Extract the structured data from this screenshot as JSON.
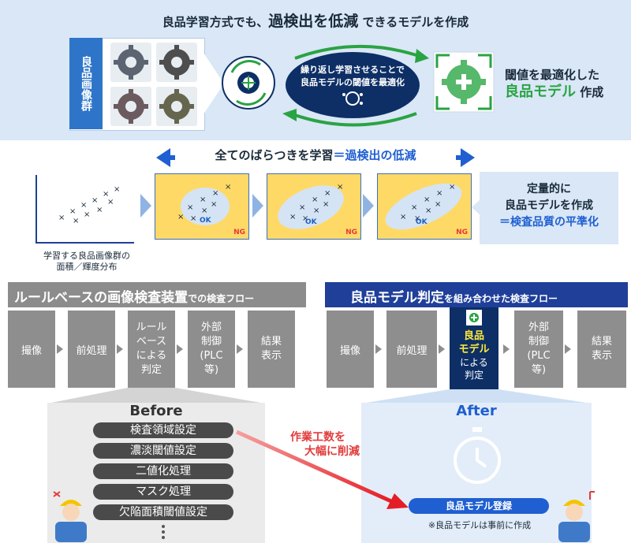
{
  "top": {
    "title_pre": "良品学習方式でも、",
    "title_big": "過検出を低減",
    "title_post": " できるモデルを作成",
    "gear_label": "良品画像群",
    "oval_line1": "繰り返し学習させることで",
    "oval_line2": "良品モデルの閾値を最適化",
    "right_line1": "閾値を最適化した",
    "right_big": "良品モデル",
    "right_post": " 作成"
  },
  "middle": {
    "banner_pre": "全てのばらつきを学習",
    "banner_post": "＝過検出の低減",
    "axis_caption_line1": "学習する良品画像群の",
    "axis_caption_line2": "面積／輝度分布",
    "ok_label": "OK",
    "ng_label": "NG",
    "x_glyph": "×",
    "quant_line1": "定量的に",
    "quant_line2": "良品モデルを作成",
    "quant_line3": "＝検査品質の平準化"
  },
  "flow_left": {
    "header_big": "ルールベースの画像検査装置",
    "header_small": "での検査フロー",
    "steps": [
      {
        "text": "撮像"
      },
      {
        "text": "前処理"
      },
      {
        "text": "ルール\nベース\nによる\n判定"
      },
      {
        "text": "外部\n制御\n(PLC\n等)"
      },
      {
        "text": "結果\n表示"
      }
    ]
  },
  "flow_right": {
    "header_big": "良品モデル判定",
    "header_small": "を組み合わせた検査フロー",
    "steps": [
      {
        "text": "撮像"
      },
      {
        "text": "前処理"
      },
      {
        "text": "良品\nモデル",
        "sub": "による\n判定"
      },
      {
        "text": "外部\n制御\n(PLC\n等)"
      },
      {
        "text": "結果\n表示"
      }
    ]
  },
  "before": {
    "title": "Before",
    "items": [
      "検査領域設定",
      "濃淡閾値設定",
      "二値化処理",
      "マスク処理",
      "欠陥面積閾値設定"
    ]
  },
  "after": {
    "title": "After",
    "button": "良品モデル登録",
    "note": "※良品モデルは事前に作成"
  },
  "reduction": {
    "line1": "作業工数を",
    "line2": "大幅に削減"
  },
  "colors": {
    "navy": "#0d2f66",
    "blue": "#1f5fd1",
    "green": "#2aa343",
    "red": "#e23b3b",
    "yellow": "#ffd966",
    "gray": "#8e8e8e"
  }
}
